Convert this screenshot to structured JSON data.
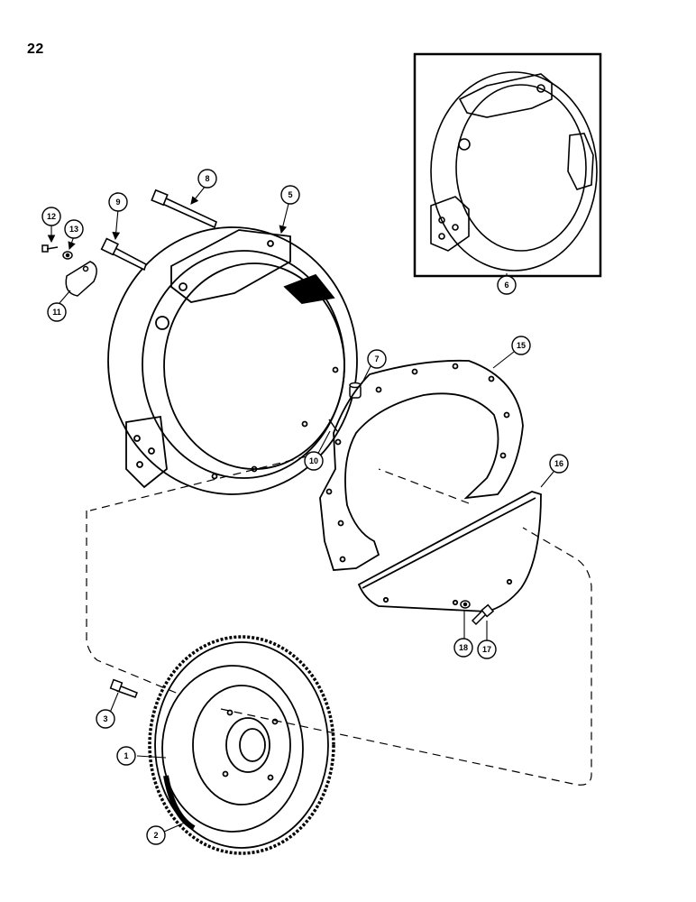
{
  "page": {
    "number": "22"
  },
  "callouts": [
    {
      "id": "c1",
      "label": "1"
    },
    {
      "id": "c2",
      "label": "2"
    },
    {
      "id": "c3",
      "label": "3"
    },
    {
      "id": "c5",
      "label": "5"
    },
    {
      "id": "c6",
      "label": "6"
    },
    {
      "id": "c7",
      "label": "7"
    },
    {
      "id": "c8",
      "label": "8"
    },
    {
      "id": "c9",
      "label": "9"
    },
    {
      "id": "c10",
      "label": "10"
    },
    {
      "id": "c11",
      "label": "11"
    },
    {
      "id": "c12",
      "label": "12"
    },
    {
      "id": "c13",
      "label": "13"
    },
    {
      "id": "c15",
      "label": "15"
    },
    {
      "id": "c16",
      "label": "16"
    },
    {
      "id": "c17",
      "label": "17"
    },
    {
      "id": "c18",
      "label": "18"
    }
  ]
}
